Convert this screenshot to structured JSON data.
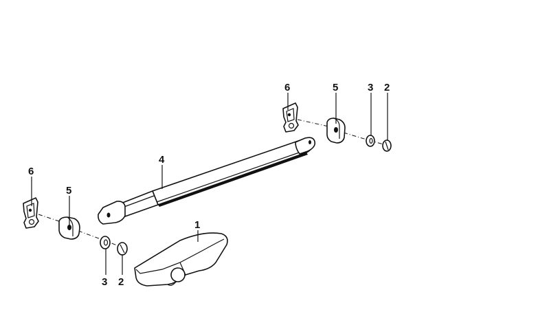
{
  "callouts": {
    "label_1": "1",
    "label_2_right": "2",
    "label_3_right": "3",
    "label_5_right": "5",
    "label_6_right": "6",
    "label_4": "4",
    "label_6_left": "6",
    "label_5_left": "5",
    "label_3_left": "3",
    "label_2_left": "2"
  }
}
